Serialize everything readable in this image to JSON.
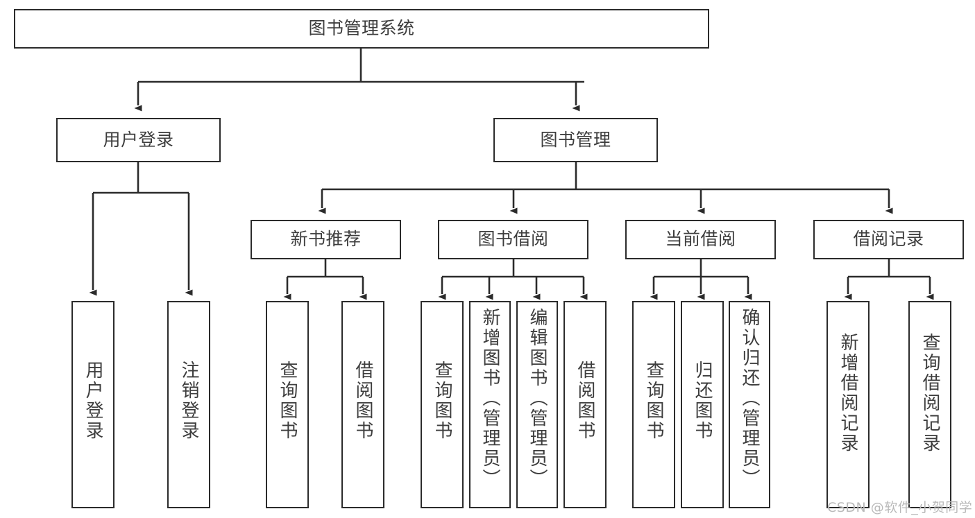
{
  "diagram": {
    "type": "tree",
    "title": "图书管理系统",
    "orientation": "top-down",
    "colors": {
      "box_border": "#2b2b2b",
      "box_fill": "#ffffff",
      "text": "#3d3d3d",
      "edge": "#2b2b2b",
      "watermark": "#b9b9b9",
      "background": "#ffffff"
    },
    "root": {
      "id": "root",
      "label": "图书管理系统"
    },
    "level2": [
      {
        "id": "user-login",
        "label": "用户登录"
      },
      {
        "id": "book-manage",
        "label": "图书管理"
      }
    ],
    "level3": [
      {
        "id": "new-book-recommend",
        "label": "新书推荐",
        "parent": "book-manage"
      },
      {
        "id": "book-borrow",
        "label": "图书借阅",
        "parent": "book-manage"
      },
      {
        "id": "current-borrow",
        "label": "当前借阅",
        "parent": "book-manage"
      },
      {
        "id": "borrow-record",
        "label": "借阅记录",
        "parent": "book-manage"
      }
    ],
    "leaves": {
      "user_login": [
        {
          "id": "leaf-user-login",
          "label": "用户登录"
        },
        {
          "id": "leaf-user-logout",
          "label": "注销登录"
        }
      ],
      "new_book_recommend": [
        {
          "id": "leaf-query-book-1",
          "label": "查询图书"
        },
        {
          "id": "leaf-borrow-book-1",
          "label": "借阅图书"
        }
      ],
      "book_borrow": [
        {
          "id": "leaf-query-book-2",
          "label": "查询图书"
        },
        {
          "id": "leaf-add-book",
          "label": "新增图书（管理员）"
        },
        {
          "id": "leaf-edit-book",
          "label": "编辑图书（管理员）"
        },
        {
          "id": "leaf-borrow-book-2",
          "label": "借阅图书"
        }
      ],
      "current_borrow": [
        {
          "id": "leaf-query-book-3",
          "label": "查询图书"
        },
        {
          "id": "leaf-return-book",
          "label": "归还图书"
        },
        {
          "id": "leaf-confirm-return",
          "label": "确认归还（管理员）"
        }
      ],
      "borrow_record": [
        {
          "id": "leaf-add-record",
          "label": "新增借阅记录"
        },
        {
          "id": "leaf-query-record",
          "label": "查询借阅记录"
        }
      ]
    }
  },
  "watermark": {
    "text": "CSDN @软件_小贺同学"
  }
}
